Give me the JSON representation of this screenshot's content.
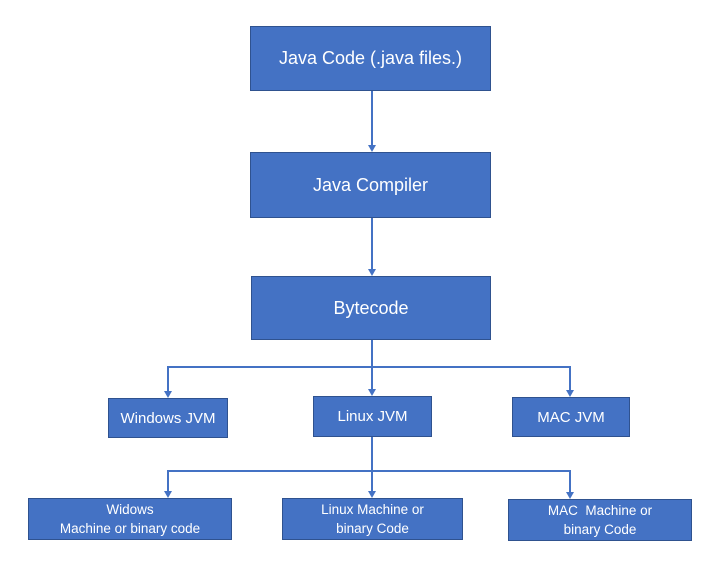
{
  "colors": {
    "background": "#ffffff",
    "node_fill": "#4472C4",
    "node_border": "#2F528F",
    "connector": "#4472C4",
    "text": "#ffffff"
  },
  "nodes": {
    "java_code": {
      "label": "Java Code (.java files.)"
    },
    "java_compiler": {
      "label": "Java Compiler"
    },
    "bytecode": {
      "label": "Bytecode"
    },
    "windows_jvm": {
      "label": "Windows JVM"
    },
    "linux_jvm": {
      "label": "Linux JVM"
    },
    "mac_jvm": {
      "label": "MAC JVM"
    },
    "windows_machine": {
      "line1": "Widows",
      "line2": "Machine or binary code"
    },
    "linux_machine": {
      "line1": "Linux Machine or",
      "line2": "binary Code"
    },
    "mac_machine": {
      "line1": "MAC  Machine or",
      "line2": "binary Code"
    }
  }
}
